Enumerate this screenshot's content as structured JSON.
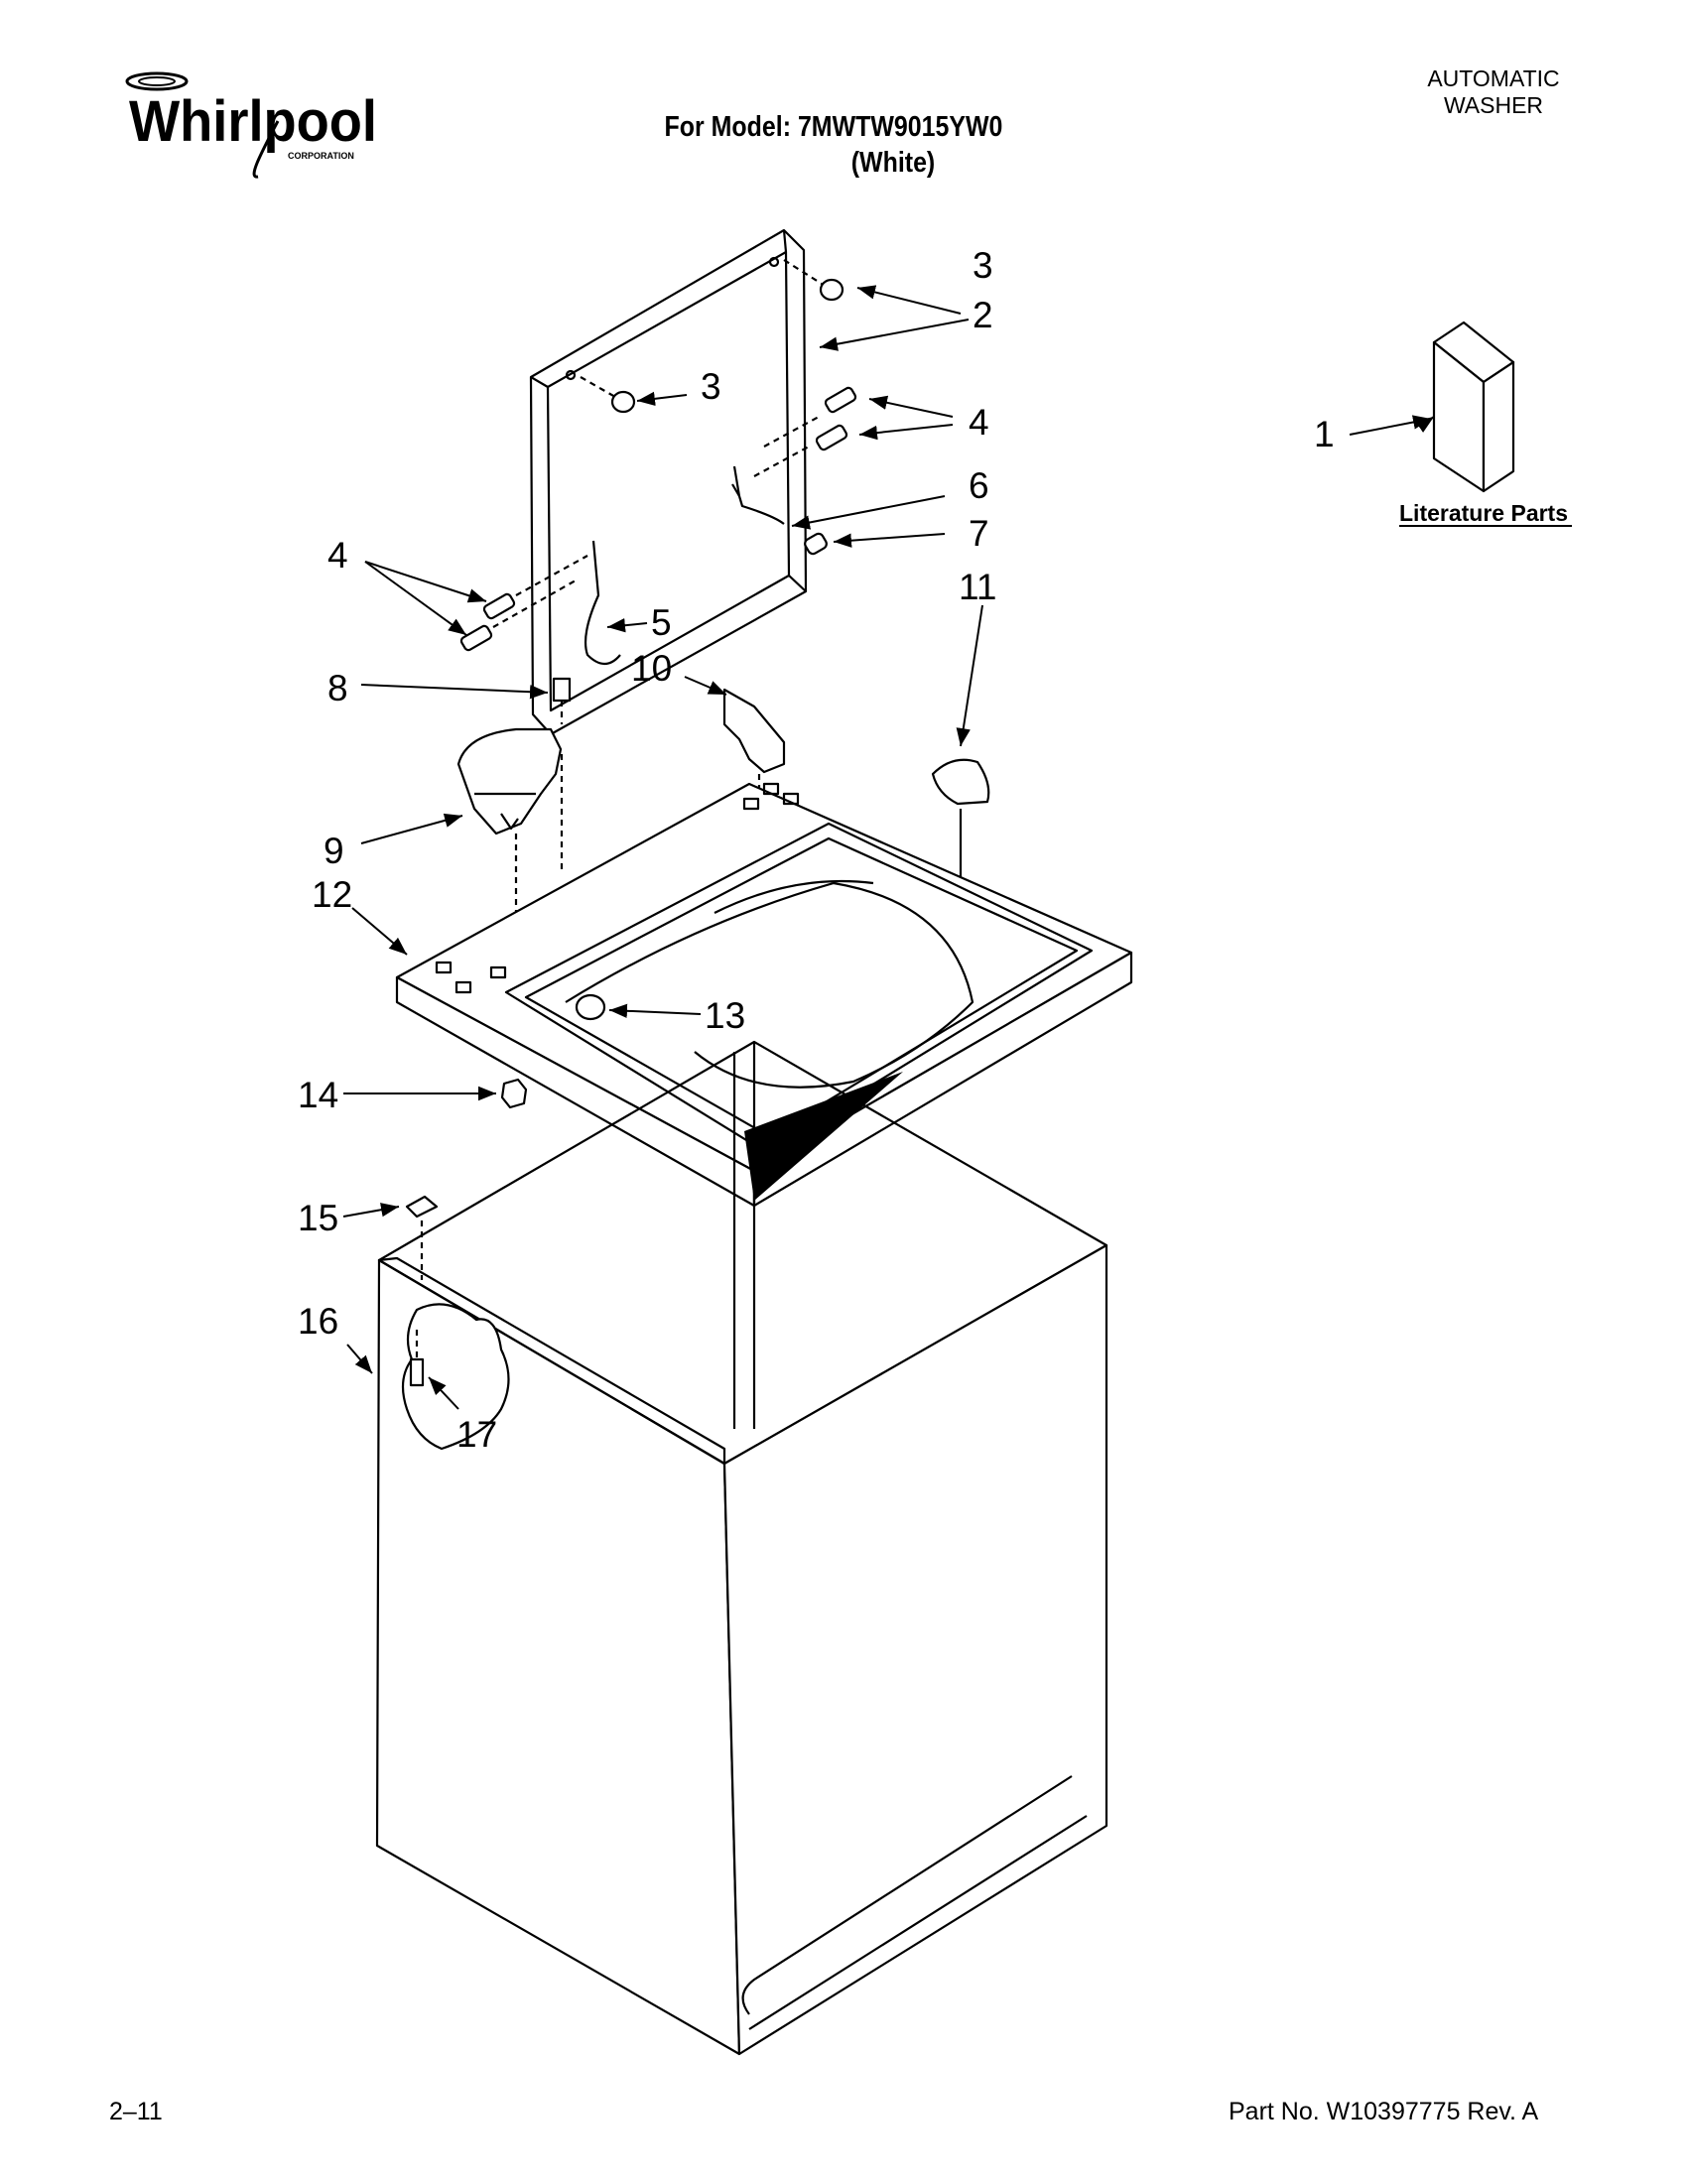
{
  "brand": {
    "name": "Whirlpool",
    "subtitle": "CORPORATION"
  },
  "header": {
    "model_line": "For Model: 7MWTW9015YW0",
    "color_line": "(White)",
    "product_type_line1": "AUTOMATIC",
    "product_type_line2": "WASHER"
  },
  "literature": {
    "label": "Literature Parts"
  },
  "callouts": [
    "1",
    "2",
    "3",
    "3",
    "4",
    "4",
    "5",
    "6",
    "7",
    "8",
    "9",
    "10",
    "11",
    "12",
    "13",
    "14",
    "15",
    "16",
    "17"
  ],
  "footer": {
    "page": "2–11",
    "part_number": "Part No. W10397775 Rev. A"
  }
}
